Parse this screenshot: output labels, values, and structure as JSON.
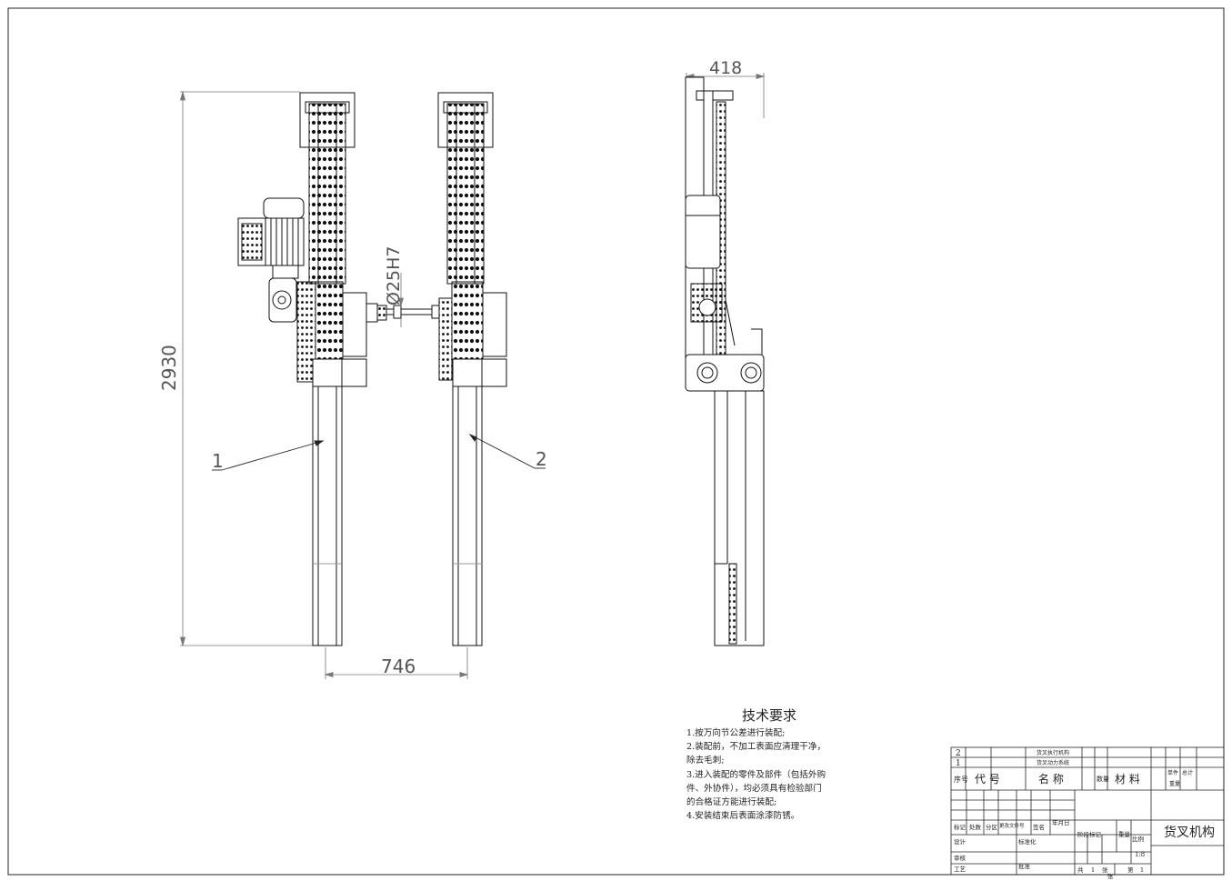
{
  "dimensions": {
    "height_total": "2930",
    "spacing": "746",
    "width_side": "418",
    "shaft_fit": "Ø25H7"
  },
  "callouts": [
    "1",
    "2"
  ],
  "tech_requirements": {
    "title": "技术要求",
    "lines": [
      "1.按万向节公差进行装配;",
      "2.装配前，不加工表面应清理干净，",
      "除去毛刺;",
      "3.进入装配的零件及部件（包括外购",
      "件、外协件），均必须具有检验部门",
      "的合格证方能进行装配;",
      "4.安装结束后表面涂漆防锈。"
    ]
  },
  "parts_list": {
    "rows": [
      {
        "no": "2",
        "name": "货叉执行机构"
      },
      {
        "no": "1",
        "name": "货叉动力系统"
      }
    ],
    "header": {
      "no": "序号",
      "code": "代  号",
      "name": "名  称",
      "qty": "数量",
      "material": "材  料",
      "unit_weight": "单件",
      "total_weight": "总计",
      "weight": "重量"
    }
  },
  "title_block": {
    "drawing_title": "货叉机构",
    "scale": "1:8",
    "labels": {
      "mark": "标记",
      "count": "处数",
      "zone": "分区",
      "change_doc": "更改文件号",
      "signature": "签名",
      "date": "年月日",
      "design": "设计",
      "standardize": "标准化",
      "review": "审核",
      "process": "工艺",
      "approve": "批准",
      "stage_mark": "阶段标记",
      "weight": "重量",
      "ratio": "比例",
      "total": "共",
      "sheets": "张",
      "page": "第",
      "sheet": "张"
    },
    "sheet_total": "1",
    "sheet_no": "1"
  }
}
